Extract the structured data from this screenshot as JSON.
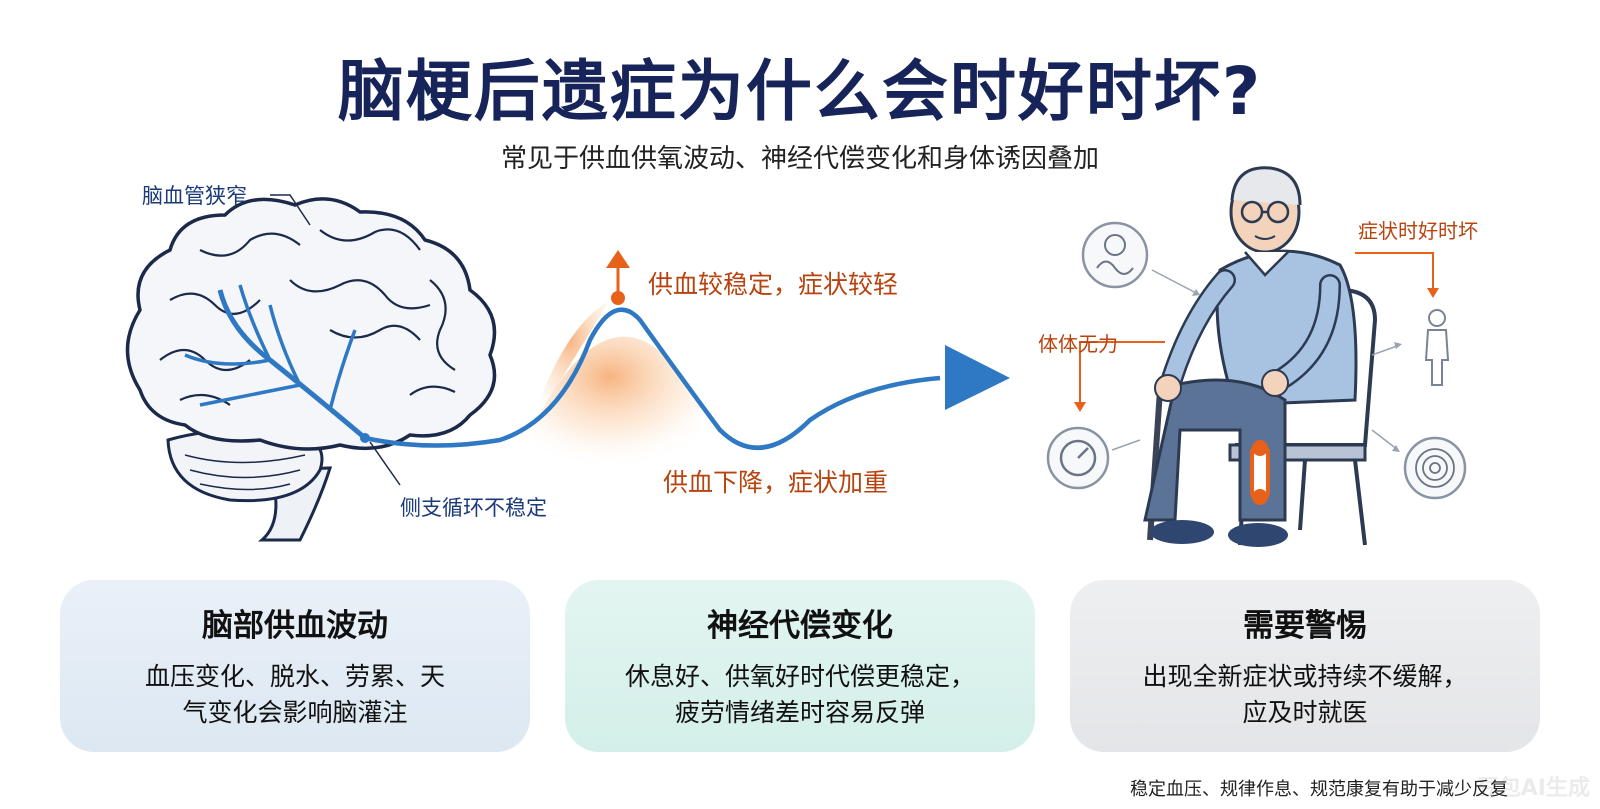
{
  "header": {
    "title": "脑梗后遗症为什么会时好时坏?",
    "subtitle": "常见于供血供氧波动、神经代偿变化和身体诱因叠加"
  },
  "diagram": {
    "label_vessel_narrow": "脑血管狭窄",
    "label_collateral": "侧支循环不稳定",
    "label_stable": "供血较稳定，症状较轻",
    "label_drop": "供血下降，症状加重",
    "label_fluctuate": "症状时好时坏",
    "label_weakness": "体体无力"
  },
  "cards": [
    {
      "title": "脑部供血波动",
      "line1": "血压变化、脱水、劳累、天",
      "line2": "气变化会影响脑灌注"
    },
    {
      "title": "神经代偿变化",
      "line1": "休息好、供氧好时代偿更稳定，",
      "line2": "疲劳情绪差时容易反弹"
    },
    {
      "title": "需要警惕",
      "line1": "出现全新症状或持续不缓解，",
      "line2": "应及时就医"
    }
  ],
  "footer": {
    "note": "稳定血压、规律作息、规范康复有助于减少反复",
    "watermark": "豆包AI生成"
  },
  "colors": {
    "title": "#17245a",
    "vessel": "#2e78c4",
    "accent_orange": "#e8611a",
    "label_orange": "#b8430e"
  }
}
